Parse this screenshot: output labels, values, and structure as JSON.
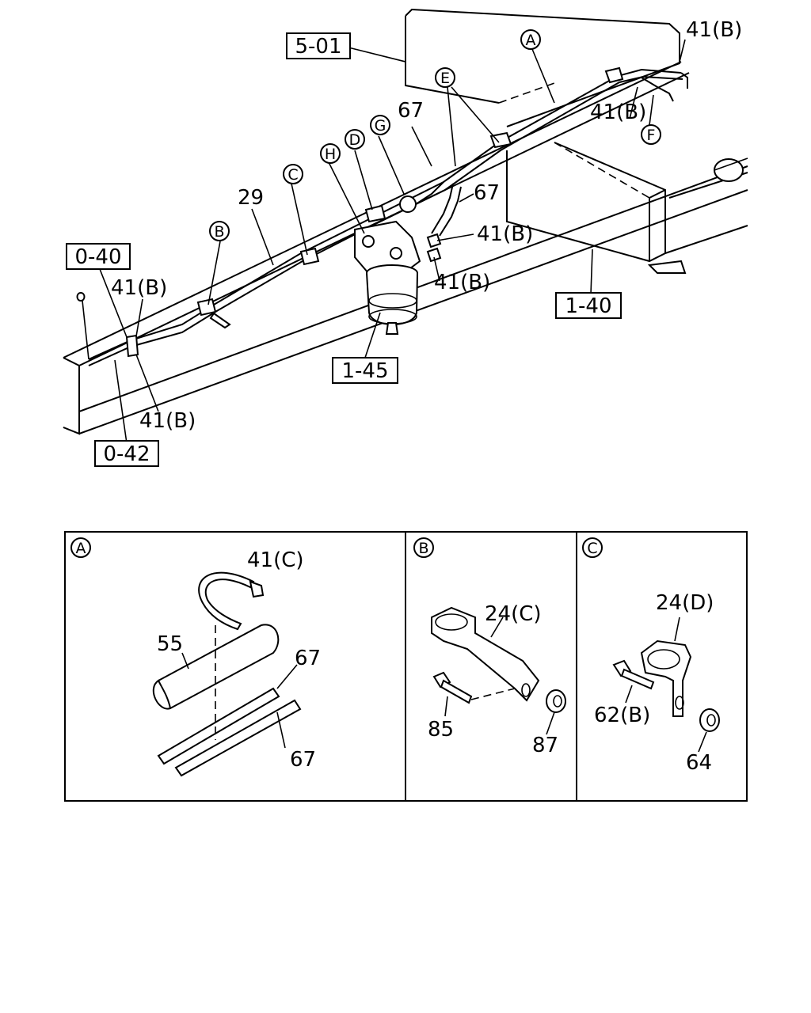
{
  "labels": {
    "ref_5_01": "5-01",
    "ref_0_40": "0-40",
    "ref_0_42": "0-42",
    "ref_1_40": "1-40",
    "ref_1_45": "1-45",
    "p41b_top": "41(B)",
    "p41b_mid": "41(B)",
    "p41b_center": "41(B)",
    "p41b_center2": "41(B)",
    "p41b_left": "41(B)",
    "p41b_left2": "41(B)",
    "p67_a": "67",
    "p67_b": "67",
    "p29": "29",
    "c_a": "A",
    "c_b": "B",
    "c_c": "C",
    "c_d": "D",
    "c_e": "E",
    "c_f": "F",
    "c_g": "G",
    "c_h": "H"
  },
  "detail_a": {
    "circle": "A",
    "p41c": "41(C)",
    "p55": "55",
    "p67_top": "67",
    "p67_bottom": "67"
  },
  "detail_b": {
    "circle": "B",
    "p24c": "24(C)",
    "p85": "85",
    "p87": "87"
  },
  "detail_c": {
    "circle": "C",
    "p24d": "24(D)",
    "p62b": "62(B)",
    "p64": "64"
  }
}
